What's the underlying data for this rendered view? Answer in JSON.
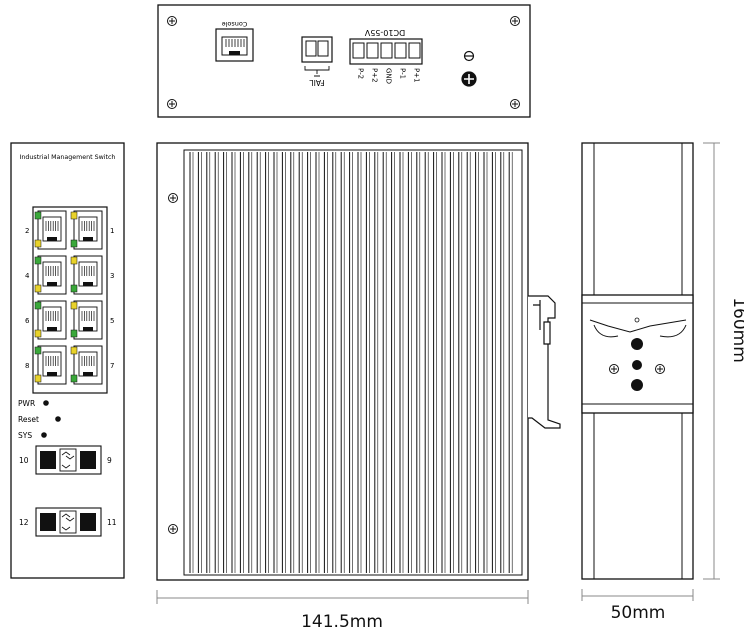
{
  "top_view": {
    "console_label": "Console",
    "fault_label": "FAIL",
    "power_label": "DC10-55V",
    "terminal_labels": [
      "P-2",
      "P+2",
      "GND",
      "P-1",
      "P+1"
    ]
  },
  "front_view": {
    "title": "Industrial Management Switch",
    "rj45_port_numbers": [
      {
        "left": "2",
        "right": "1"
      },
      {
        "left": "4",
        "right": "3"
      },
      {
        "left": "6",
        "right": "5"
      },
      {
        "left": "8",
        "right": "7"
      }
    ],
    "indicators": [
      {
        "label": "PWR"
      },
      {
        "label": "Reset"
      },
      {
        "label": "SYS"
      }
    ],
    "sfp_rows": [
      {
        "left": "10",
        "right": "9"
      },
      {
        "left": "12",
        "right": "11"
      }
    ]
  },
  "dimensions": {
    "width": "141.5mm",
    "height": "160mm",
    "depth": "50mm"
  },
  "colors": {
    "led_green": "#3aa83a",
    "led_yellow": "#e8d22a",
    "outline": "#111111",
    "dimension_line": "#888888"
  }
}
